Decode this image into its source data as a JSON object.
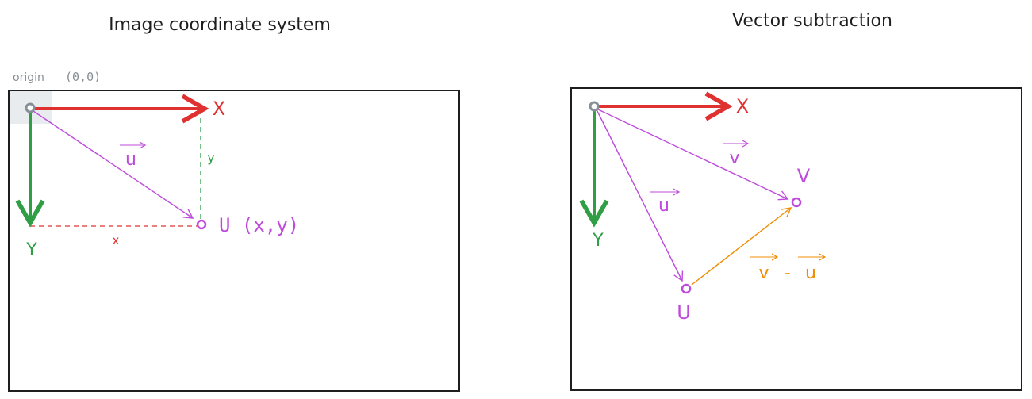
{
  "left_panel": {
    "title": "Image coordinate system",
    "origin_word": "origin",
    "origin_coord": "(0,0)",
    "x_axis_label": "X",
    "y_axis_label": "Y",
    "vector_label": "u",
    "point_label": "U (x,y)",
    "x_distance_label": "x",
    "y_distance_label": "y"
  },
  "right_panel": {
    "title": "Vector subtraction",
    "x_axis_label": "X",
    "y_axis_label": "Y",
    "vector_v_label": "v",
    "vector_u_label": "u",
    "point_v_label": "V",
    "point_u_label": "U",
    "difference_v": "v",
    "difference_minus": "-",
    "difference_u": "u"
  },
  "colors": {
    "x_axis": "#e03131",
    "y_axis": "#2f9e44",
    "vector": "#be4bdb",
    "difference": "#f08c00",
    "origin_point": "#868e96",
    "origin_highlight": "#e9ecef",
    "border": "#1e1e1e"
  }
}
